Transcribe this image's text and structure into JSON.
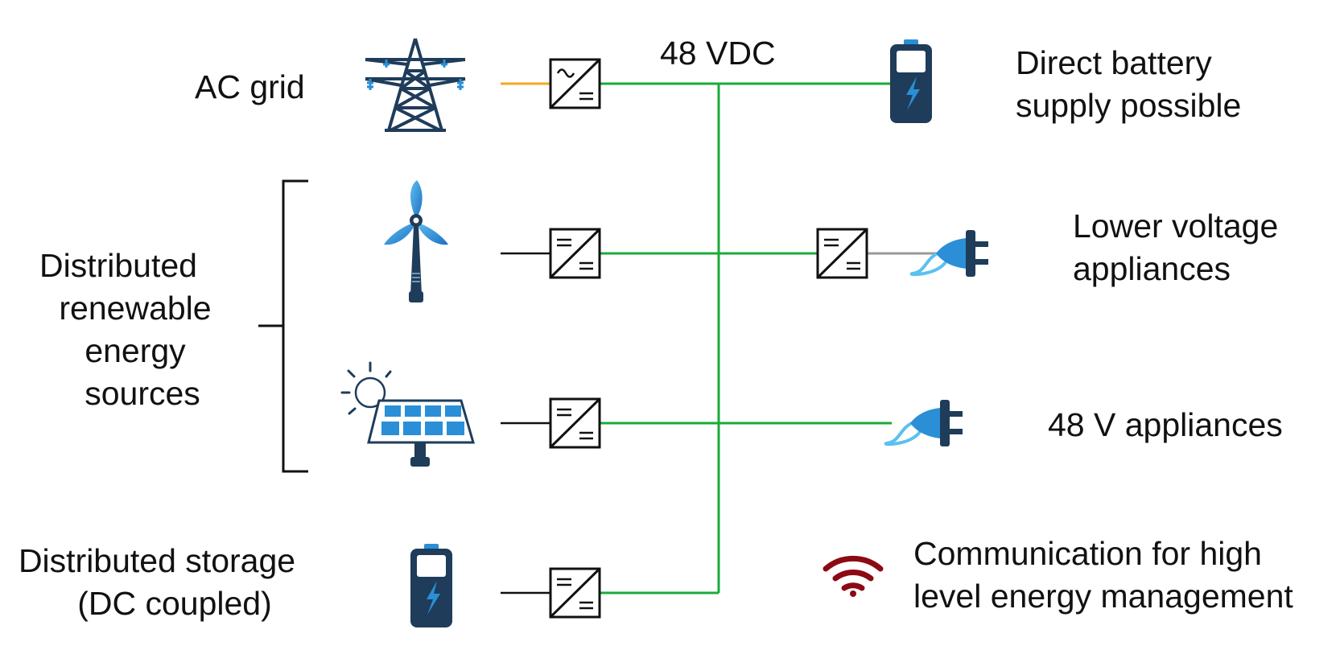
{
  "bus_label": "48 VDC",
  "labels": {
    "ac_grid": "AC grid",
    "renewables": [
      "Distributed",
      "renewable",
      "energy",
      "sources"
    ],
    "storage": [
      "Distributed storage",
      "(DC coupled)"
    ],
    "battery_supply": [
      "Direct battery",
      "supply possible"
    ],
    "lower_voltage": [
      "Lower voltage",
      "appliances"
    ],
    "appliances_48v": "48 V appliances",
    "communication": [
      "Communication for high",
      "level energy management"
    ]
  },
  "icons": {
    "grid": "power-tower-icon",
    "wind": "wind-turbine-icon",
    "solar": "solar-panel-icon",
    "battery": "battery-icon",
    "plug": "power-plug-icon",
    "wifi": "wifi-icon",
    "converter_ac_dc": "ac-dc-converter-icon",
    "converter_dc_dc": "dc-dc-converter-icon"
  },
  "colors": {
    "bus": "#1aab3a",
    "ac_line": "#f5a623",
    "low_voltage_line": "#999999",
    "icon_dark": "#1f3c5a",
    "icon_blue": "#2a8fd6",
    "wifi": "#8b0a14"
  }
}
